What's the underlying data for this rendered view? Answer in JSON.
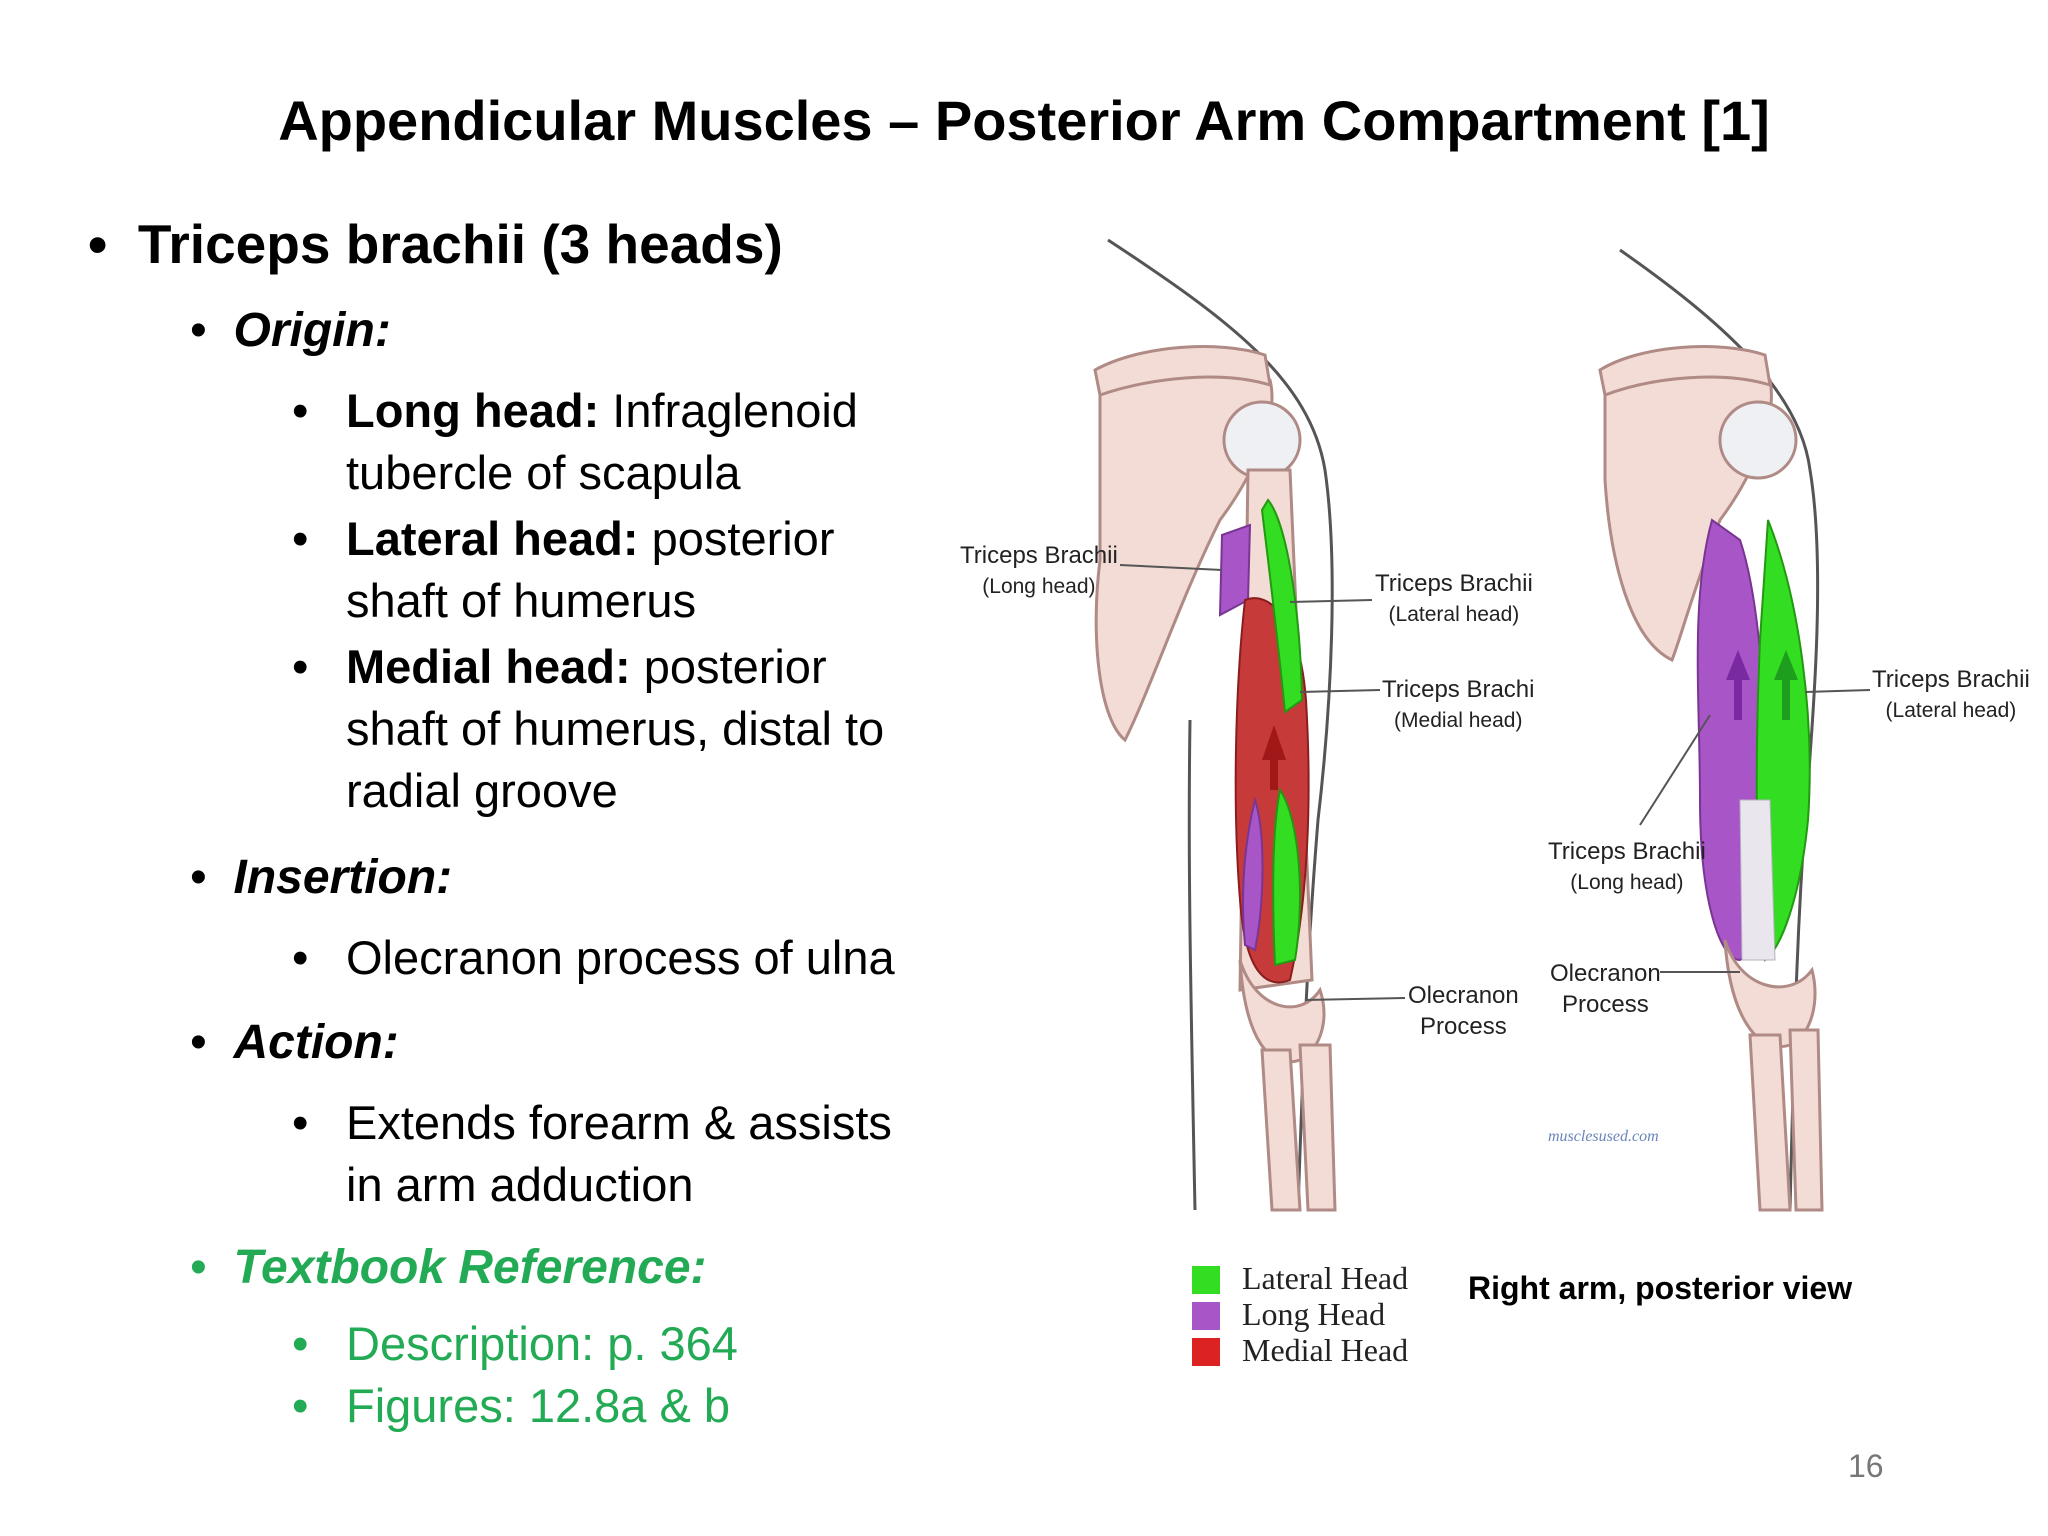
{
  "slide": {
    "title": "Appendicular Muscles – Posterior Arm Compartment [1]",
    "page_number": "16"
  },
  "content": {
    "main_bullet": "Triceps brachii (3 heads)",
    "origin_heading": "Origin:",
    "origin_items": [
      {
        "label": "Long head:",
        "lines": [
          " Infraglenoid",
          "tubercle of scapula"
        ]
      },
      {
        "label": "Lateral head:",
        "lines": [
          " posterior",
          "shaft of humerus"
        ]
      },
      {
        "label": "Medial head:",
        "lines": [
          " posterior",
          "shaft of humerus, distal to",
          "radial groove"
        ]
      }
    ],
    "insertion_heading": "Insertion:",
    "insertion_item": "Olecranon process of ulna",
    "action_heading": "Action:",
    "action_lines": [
      "Extends forearm & assists",
      "in arm adduction"
    ],
    "reference_heading": "Textbook Reference:",
    "reference_items": [
      "Description: p. 364",
      "Figures: 12.8a & b"
    ]
  },
  "figure": {
    "labels": {
      "left_long_head": [
        "Triceps Brachii",
        "(Long head)"
      ],
      "left_lateral_head": [
        "Triceps Brachii",
        "(Lateral head)"
      ],
      "left_medial_head": [
        "Triceps Brachi",
        "(Medial head)"
      ],
      "left_olecranon": [
        "Olecranon",
        "Process"
      ],
      "right_lateral_head": [
        "Triceps Brachii",
        "(Lateral head)"
      ],
      "right_long_head": [
        "Triceps Brachii",
        "(Long head)"
      ],
      "right_olecranon": [
        "Olecranon",
        "Process"
      ]
    },
    "watermark": "musclesused.com",
    "legend": [
      {
        "label": "Lateral Head",
        "color": "#33dd22"
      },
      {
        "label": "Long Head",
        "color": "#a855c8"
      },
      {
        "label": "Medial Head",
        "color": "#dd2222"
      }
    ],
    "caption": "Right arm, posterior view"
  },
  "colors": {
    "reference_green": "#22aa55",
    "bone": "#f3dcd6",
    "bone_edge": "#b08a84"
  }
}
